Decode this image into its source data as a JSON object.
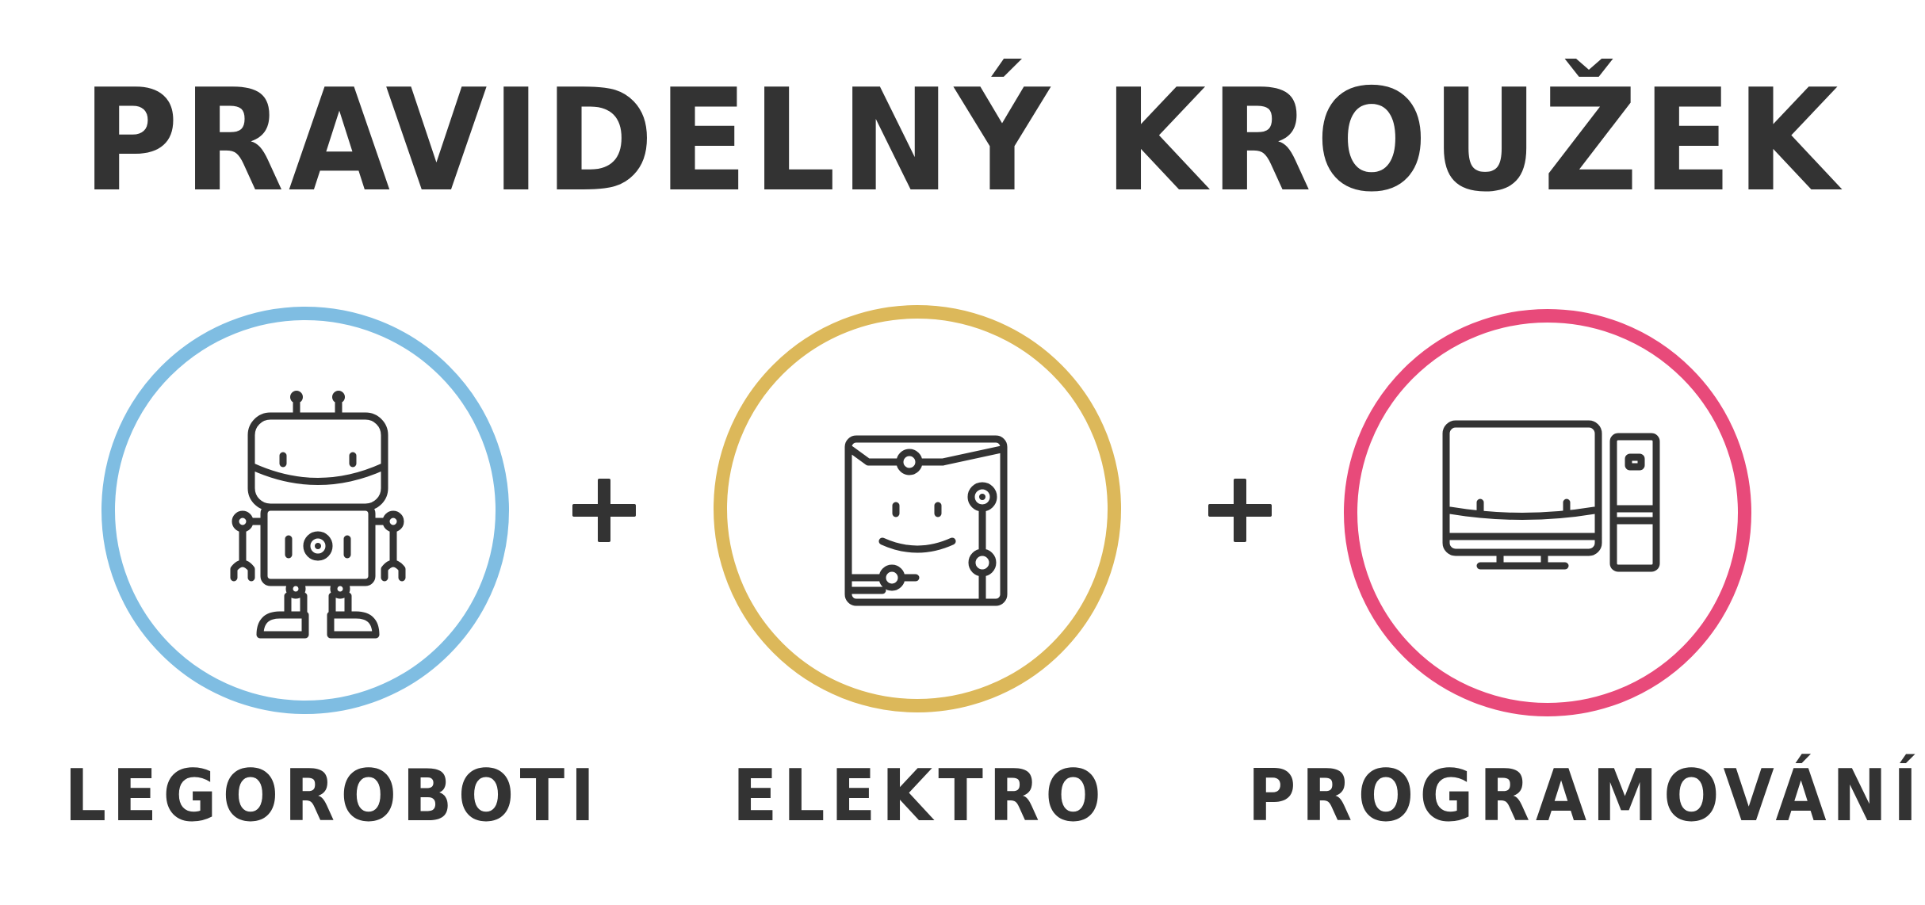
{
  "title": "PRAVIDELNÝ KROUŽEK",
  "colors": {
    "text": "#333333",
    "ring_lego": "#7fbde2",
    "ring_elektro": "#dcb85a",
    "ring_programovani": "#e84a7a"
  },
  "items": [
    {
      "label": "LEGOROBOTI",
      "icon": "robot-icon"
    },
    {
      "label": "ELEKTRO",
      "icon": "circuit-board-icon"
    },
    {
      "label": "PROGRAMOVÁNÍ",
      "icon": "desktop-computer-icon"
    }
  ],
  "separator_icon": "plus-icon"
}
